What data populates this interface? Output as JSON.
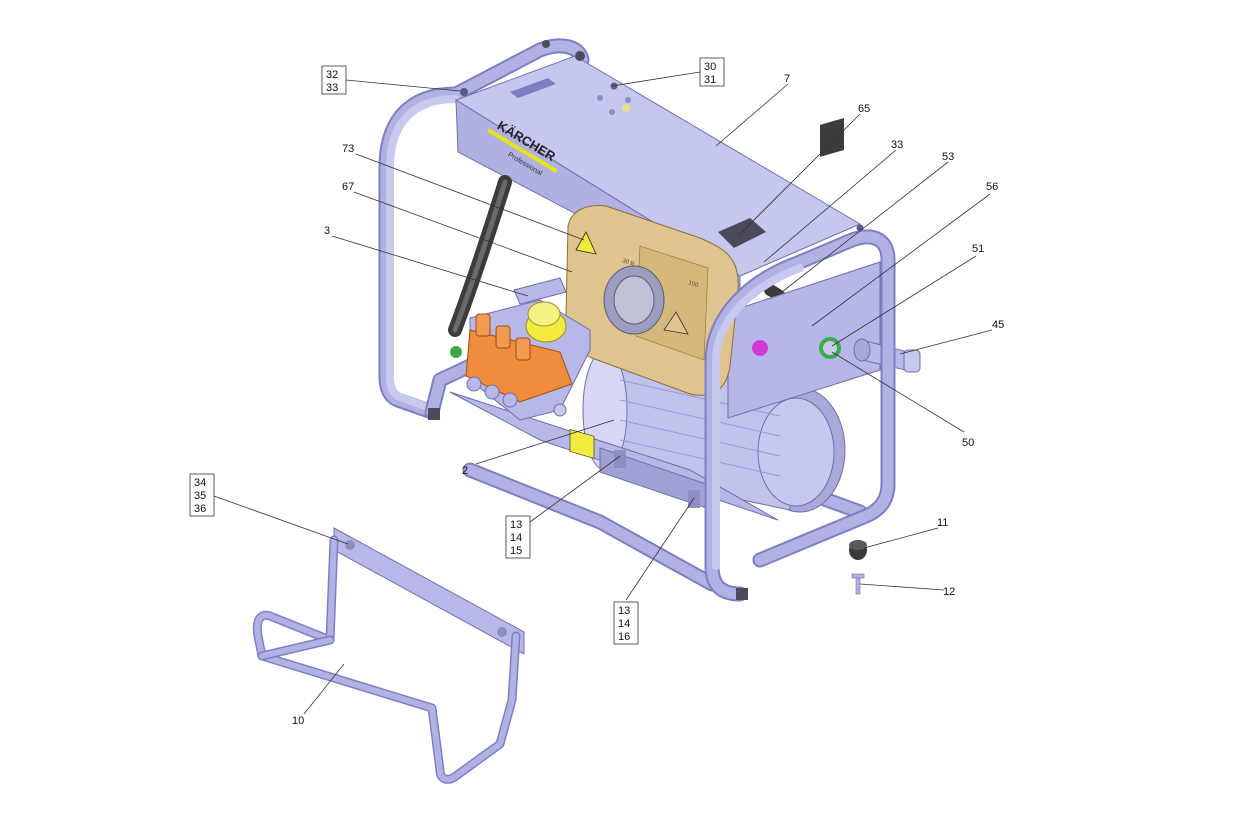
{
  "brand": {
    "logo_text": "KÄRCHER",
    "logo_subtext": "Professional",
    "logo_accent_color": "#e6e31a"
  },
  "tank": {
    "marking_left": "30 B",
    "marking_right": "100"
  },
  "colors": {
    "frame": "#b1b2e4",
    "frame_shadow": "#7d7fc2",
    "tank": "#e0c48e",
    "pump": "#f08a3c",
    "valve_cap": "#f2ea3c",
    "seal_ring": "#3ea94b",
    "fitting_magenta": "#d23bd2"
  },
  "callouts": [
    {
      "id": "c-32-33",
      "lines": [
        "32",
        "33"
      ]
    },
    {
      "id": "c-30-31",
      "lines": [
        "30",
        "31"
      ]
    },
    {
      "id": "c-7",
      "lines": [
        "7"
      ]
    },
    {
      "id": "c-65",
      "lines": [
        "65"
      ]
    },
    {
      "id": "c-73",
      "lines": [
        "73"
      ]
    },
    {
      "id": "c-33",
      "lines": [
        "33"
      ]
    },
    {
      "id": "c-53",
      "lines": [
        "53"
      ]
    },
    {
      "id": "c-67",
      "lines": [
        "67"
      ]
    },
    {
      "id": "c-56",
      "lines": [
        "56"
      ]
    },
    {
      "id": "c-3",
      "lines": [
        "3"
      ]
    },
    {
      "id": "c-51",
      "lines": [
        "51"
      ]
    },
    {
      "id": "c-45",
      "lines": [
        "45"
      ]
    },
    {
      "id": "c-50",
      "lines": [
        "50"
      ]
    },
    {
      "id": "c-2",
      "lines": [
        "2"
      ]
    },
    {
      "id": "c-34-35-36",
      "lines": [
        "34",
        "35",
        "36"
      ]
    },
    {
      "id": "c-13-14-15",
      "lines": [
        "13",
        "14",
        "15"
      ]
    },
    {
      "id": "c-11",
      "lines": [
        "11"
      ]
    },
    {
      "id": "c-12",
      "lines": [
        "12"
      ]
    },
    {
      "id": "c-13-14-16",
      "lines": [
        "13",
        "14",
        "16"
      ]
    },
    {
      "id": "c-10",
      "lines": [
        "10"
      ]
    }
  ]
}
